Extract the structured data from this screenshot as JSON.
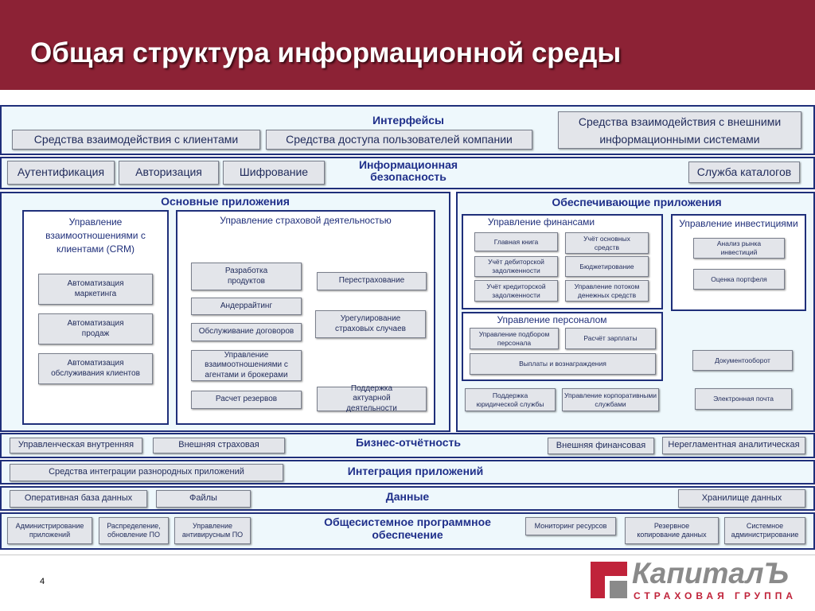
{
  "title": "Общая структура информационной среды",
  "page_number": "4",
  "logo": {
    "name": "КапиталЪ",
    "tagline": "СТРАХОВАЯ ГРУППА"
  },
  "interfaces": {
    "title": "Интерфейсы",
    "items": [
      "Средства взаимодействия с клиентами",
      "Средства доступа пользователей компании"
    ],
    "external": "Средства взаимодействия с внешними информационными системами"
  },
  "security": {
    "title": "Информационная безопасность",
    "items": [
      "Аутентификация",
      "Авторизация",
      "Шифрование"
    ],
    "directory": "Служба каталогов"
  },
  "core_apps": {
    "title": "Основные приложения",
    "crm": {
      "title": "Управление взаимоотношениями с клиентами (CRM)",
      "items": [
        "Автоматизация маркетинга",
        "Автоматизация продаж",
        "Автоматизация обслуживания клиентов"
      ]
    },
    "insurance": {
      "title": "Управление страховой деятельностью",
      "left": [
        "Разработка продуктов",
        "Андеррайтинг",
        "Обслуживание договоров",
        "Управление взаимоотношениями с агентами и брокерами",
        "Расчет резервов"
      ],
      "right": [
        "Перестрахование",
        "Урегулирование страховых случаев",
        "Поддержка актуарной деятельности"
      ]
    }
  },
  "support_apps": {
    "title": "Обеспечивающие приложения",
    "finance": {
      "title": "Управление финансами",
      "items": [
        "Главная книга",
        "Учёт основных средств",
        "Учёт дебиторской задолженности",
        "Бюджетирование",
        "Учёт кредиторской задолженности",
        "Управление потоком денежных средств"
      ]
    },
    "investment": {
      "title": "Управление инвестициями",
      "items": [
        "Анализ рынка инвестиций",
        "Оценка портфеля"
      ]
    },
    "personnel": {
      "title": "Управление персоналом",
      "items": [
        "Управление подбором персонала",
        "Расчёт зарплаты",
        "Выплаты и вознаграждения"
      ]
    },
    "legal": "Поддержка юридической службы",
    "corporate": "Управление корпоративными службами",
    "docflow": "Документооборот",
    "email": "Электронная почта"
  },
  "reporting": {
    "title": "Бизнес-отчётность",
    "items": [
      "Управленческая внутренняя",
      "Внешняя страховая",
      "Внешняя финансовая",
      "Нерегламентная аналитическая"
    ]
  },
  "integration": {
    "title": "Интеграция приложений",
    "item": "Средства интеграции разнородных приложений"
  },
  "data_layer": {
    "title": "Данные",
    "items": [
      "Оперативная база данных",
      "Файлы",
      "Хранилище данных"
    ]
  },
  "system_sw": {
    "title": "Общесистемное программное обеспечение",
    "items": [
      "Администрирование приложений",
      "Распределение, обновление ПО",
      "Управление антивирусным ПО",
      "Мониторинг ресурсов",
      "Резервное копирование данных",
      "Системное администрирование"
    ]
  },
  "colors": {
    "header": "#8c2235",
    "border": "#1f2f7a",
    "band": "#eef8fc",
    "box": "#e3e5ea",
    "logo_red": "#c0233a"
  }
}
